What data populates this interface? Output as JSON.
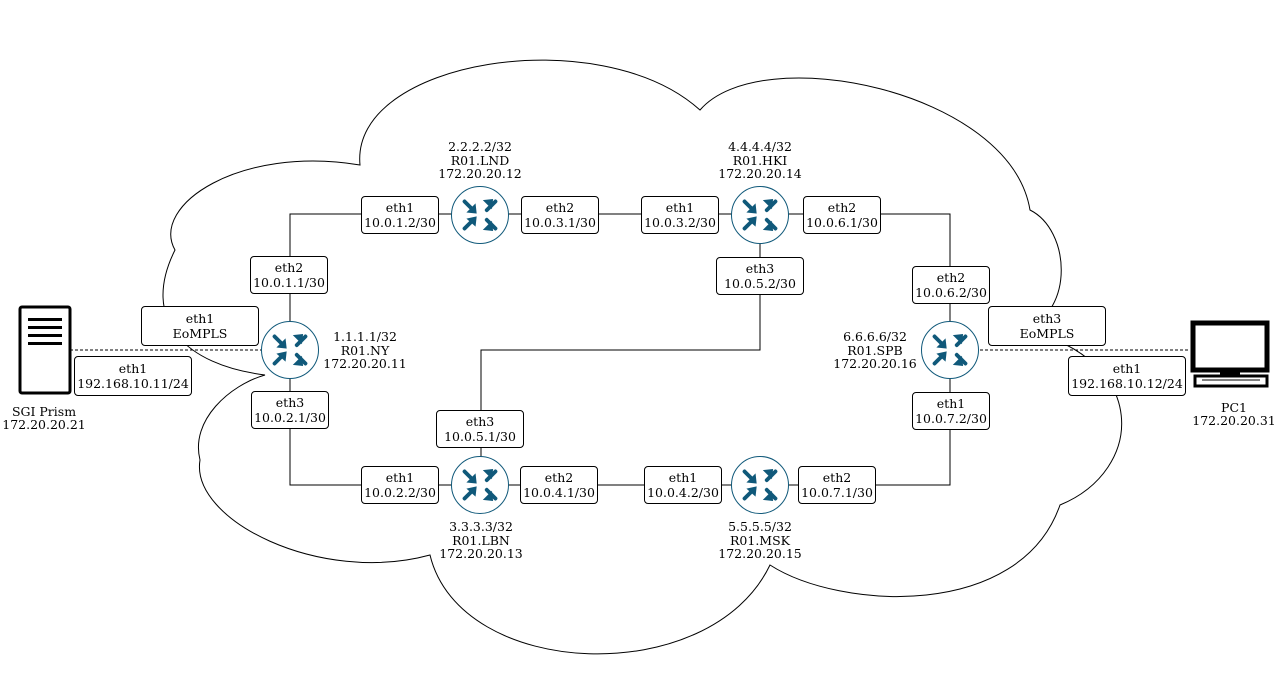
{
  "routers": [
    {
      "id": "ny",
      "loopback": "1.1.1.1/32",
      "name": "R01.NY",
      "mgmt": "172.20.20.11"
    },
    {
      "id": "lnd",
      "loopback": "2.2.2.2/32",
      "name": "R01.LND",
      "mgmt": "172.20.20.12"
    },
    {
      "id": "lbn",
      "loopback": "3.3.3.3/32",
      "name": "R01.LBN",
      "mgmt": "172.20.20.13"
    },
    {
      "id": "hki",
      "loopback": "4.4.4.4/32",
      "name": "R01.HKI",
      "mgmt": "172.20.20.14"
    },
    {
      "id": "msk",
      "loopback": "5.5.5.5/32",
      "name": "R01.MSK",
      "mgmt": "172.20.20.15"
    },
    {
      "id": "spb",
      "loopback": "6.6.6.6/32",
      "name": "R01.SPB",
      "mgmt": "172.20.20.16"
    }
  ],
  "interfaces": [
    {
      "id": "lnd-eth1",
      "iface": "eth1",
      "addr": "10.0.1.2/30"
    },
    {
      "id": "lnd-eth2",
      "iface": "eth2",
      "addr": "10.0.3.1/30"
    },
    {
      "id": "hki-eth1",
      "iface": "eth1",
      "addr": "10.0.3.2/30"
    },
    {
      "id": "hki-eth2",
      "iface": "eth2",
      "addr": "10.0.6.1/30"
    },
    {
      "id": "hki-eth3",
      "iface": "eth3",
      "addr": "10.0.5.2/30"
    },
    {
      "id": "ny-eth2",
      "iface": "eth2",
      "addr": "10.0.1.1/30"
    },
    {
      "id": "ny-eth3",
      "iface": "eth3",
      "addr": "10.0.2.1/30"
    },
    {
      "id": "spb-eth2",
      "iface": "eth2",
      "addr": "10.0.6.2/30"
    },
    {
      "id": "spb-eth1",
      "iface": "eth1",
      "addr": "10.0.7.2/30"
    },
    {
      "id": "lbn-eth3",
      "iface": "eth3",
      "addr": "10.0.5.1/30"
    },
    {
      "id": "lbn-eth1",
      "iface": "eth1",
      "addr": "10.0.2.2/30"
    },
    {
      "id": "lbn-eth2",
      "iface": "eth2",
      "addr": "10.0.4.1/30"
    },
    {
      "id": "msk-eth1",
      "iface": "eth1",
      "addr": "10.0.4.2/30"
    },
    {
      "id": "msk-eth2",
      "iface": "eth2",
      "addr": "10.0.7.1/30"
    }
  ],
  "eompls": [
    {
      "id": "ny-eompls",
      "iface": "eth1",
      "mode": "EoMPLS"
    },
    {
      "id": "spb-eompls",
      "iface": "eth3",
      "mode": "EoMPLS"
    }
  ],
  "hosts": [
    {
      "id": "sgi",
      "name": "SGI Prism",
      "mgmt": "172.20.20.21",
      "iface": "eth1",
      "addr": "192.168.10.11/24"
    },
    {
      "id": "pc1",
      "name": "PC1",
      "mgmt": "172.20.20.31",
      "iface": "eth1",
      "addr": "192.168.10.12/24"
    }
  ],
  "colors": {
    "router_fill": "#10597a",
    "line": "#000000",
    "background": "#ffffff"
  }
}
